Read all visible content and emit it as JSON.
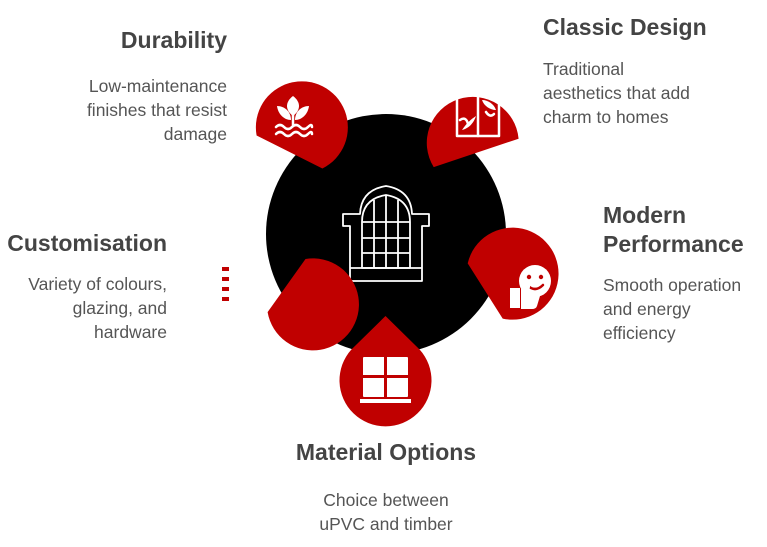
{
  "colors": {
    "hub": "#000000",
    "petal": "#c00000",
    "icon": "#ffffff",
    "title_text": "#444444",
    "desc_text": "#555555"
  },
  "hub": {
    "icon": "arched-window-icon"
  },
  "features": {
    "durability": {
      "title": "Durability",
      "description": "Low-maintenance\nfinishes that resist\ndamage",
      "icon": "plant-water-icon"
    },
    "classic_design": {
      "title": "Classic Design",
      "description": "Traditional\naesthetics that add\ncharm to homes",
      "icon": "window-vine-icon"
    },
    "modern_performance": {
      "title": "Modern\nPerformance",
      "description": "Smooth operation\nand energy\nefficiency",
      "icon": "thumbs-up-smiley-icon"
    },
    "material_options": {
      "title": "Material Options",
      "description": "Choice between\nuPVC and timber",
      "icon": "paned-window-icon"
    },
    "customisation": {
      "title": "Customisation",
      "description": "Variety of colours,\nglazing, and\nhardware",
      "icon": "colour-swatch-icon"
    }
  }
}
